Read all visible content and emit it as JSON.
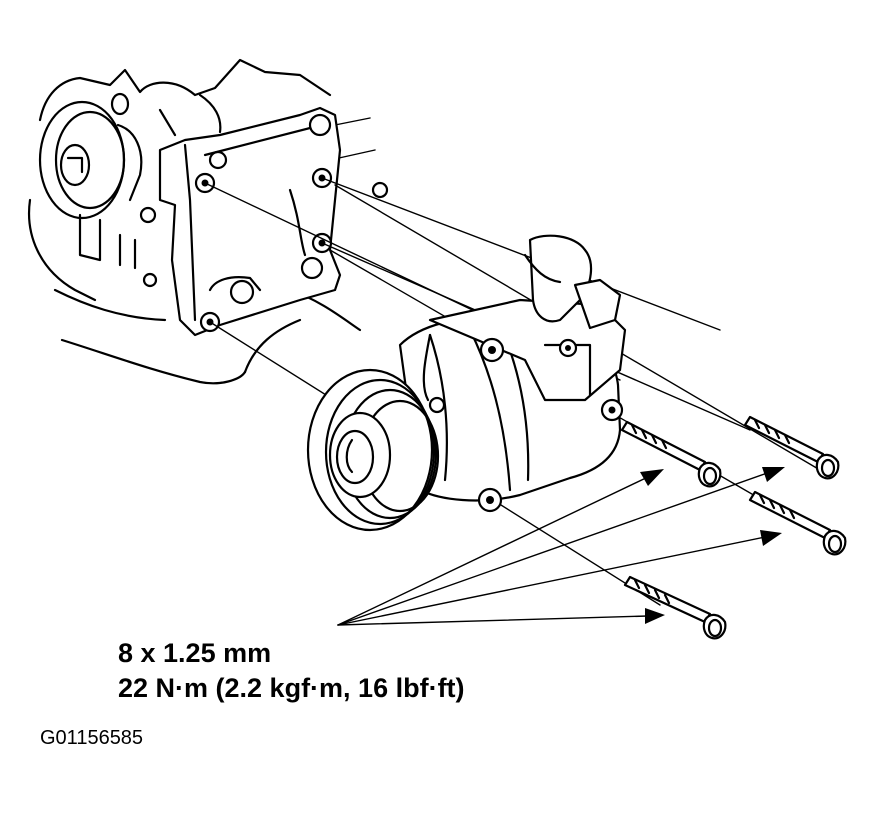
{
  "diagram": {
    "fastener_size": "8 x 1.25 mm",
    "torque_spec": "22 N·m (2.2 kgf·m, 16 lbf·ft)",
    "figure_id": "G01156585"
  },
  "colors": {
    "line": "#000000",
    "background": "#ffffff"
  }
}
